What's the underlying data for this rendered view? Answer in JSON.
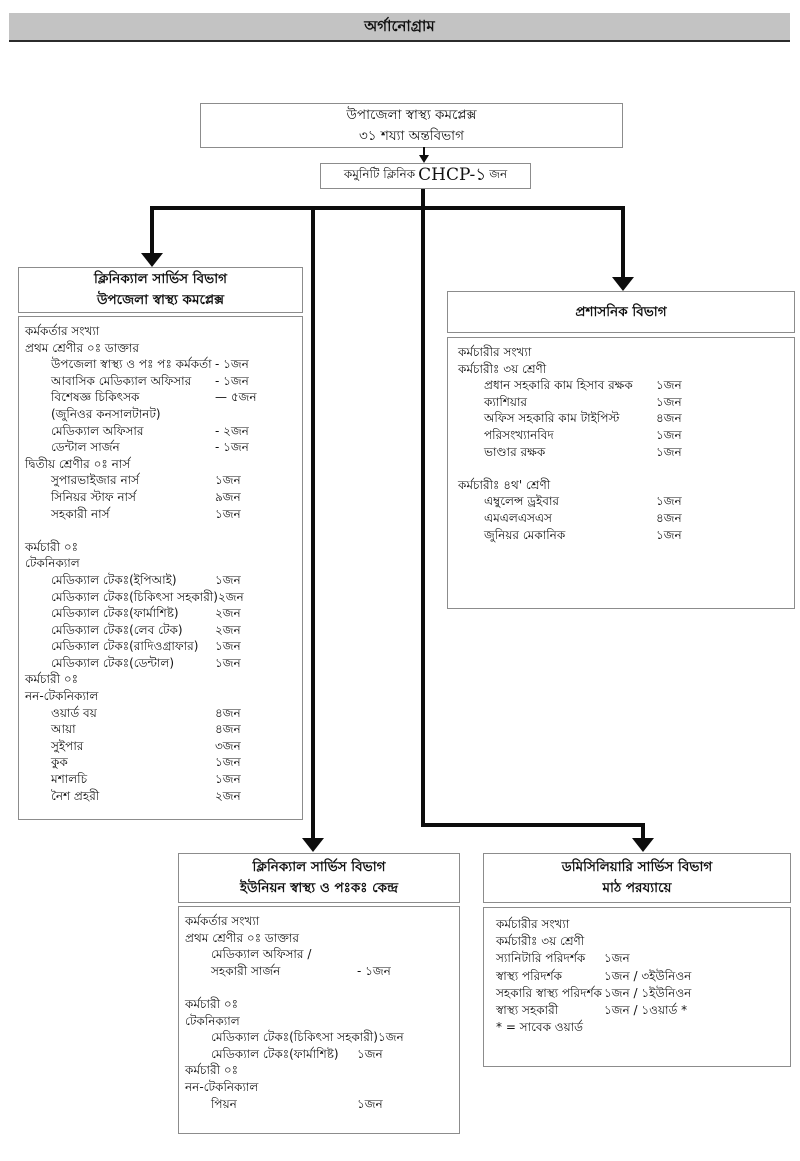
{
  "page_title": "অর্গানোগ্রাম",
  "root_box": {
    "line1": "উপাজেলা স্বাস্থ্য কমপ্লেক্স",
    "line2": "৩১ শয্যা অন্তবিভাগ"
  },
  "chcp_box": {
    "prefix": "কমুনিটি ক্লিনিক",
    "code": "CHCP-১",
    "suffix": "জন"
  },
  "colors": {
    "title_bar_bg": "#c3c3c3",
    "connector_line": "#0d0d0d",
    "box_border": "#8c8c8c",
    "text": "#111111"
  },
  "boxes": {
    "clinical_upazila": {
      "title1": "ক্লিনিক্যাল সার্ভিস বিভাগ",
      "title2": "উপজেলা স্বাস্থ্য কমপ্লেক্স",
      "rows": [
        {
          "l": "কর্মকর্তার সংখ্যা",
          "v": "",
          "ind": 0
        },
        {
          "l": "প্রথম শ্রেণীর ০ঃ ডাক্তার",
          "v": "",
          "ind": 0
        },
        {
          "l": "উপজেলা স্বাস্থ্য ও পঃ পঃ কর্মকর্তা",
          "v": "- ১জন",
          "ind": 1
        },
        {
          "l": "আবাসিক মেডিক্যাল অফিসার",
          "v": "- ১জন",
          "ind": 1
        },
        {
          "l": "বিশেষজ্ঞ  চিকিৎসক",
          "v": "— ৫জন",
          "ind": 1
        },
        {
          "l": "(জুনিওর কনসালটানট)",
          "v": "",
          "ind": 1
        },
        {
          "l": "মেডিক্যাল অফিসার",
          "v": "- ২জন",
          "ind": 1
        },
        {
          "l": "ডেন্টাল সার্জন",
          "v": "- ১জন",
          "ind": 1
        },
        {
          "l": "দ্বিতীয় শ্রেণীর ০ঃ নার্স",
          "v": "",
          "ind": 0
        },
        {
          "l": "সুপারভাইজার নার্স",
          "v": "১জন",
          "ind": 1
        },
        {
          "l": "সিনিয়র স্টাফ  নার্স",
          "v": "৯জন",
          "ind": 1
        },
        {
          "l": "সহকারী নার্স",
          "v": "১জন",
          "ind": 1
        },
        {
          "blank": true
        },
        {
          "l": "কর্মচারী ০ঃ",
          "v": "",
          "ind": 0
        },
        {
          "l": "টেকনিক্যাল",
          "v": "",
          "ind": 0
        },
        {
          "l": "মেডিক্যাল টেকঃ(ইপিআই)",
          "v": "১জন",
          "ind": 1
        },
        {
          "l": "মেডিক্যাল টেকঃ(চিকিৎসা সহকারী)",
          "v": "২জন",
          "ind": 1
        },
        {
          "l": "মেডিক্যাল টেকঃ(ফার্মাশিষ্ট)",
          "v": "২জন",
          "ind": 1
        },
        {
          "l": "মেডিক্যাল টেকঃ(লেব টেক)",
          "v": "২জন",
          "ind": 1
        },
        {
          "l": "মেডিক্যাল টেকঃ(রাদিওগ্রাফার)",
          "v": "১জন",
          "ind": 1
        },
        {
          "l": "মেডিক্যাল টেকঃ(ডেন্টাল)",
          "v": "১জন",
          "ind": 1
        },
        {
          "l": "কর্মচারী ০ঃ",
          "v": "",
          "ind": 0
        },
        {
          "l": "নন-টেকনিক্যাল",
          "v": "",
          "ind": 0
        },
        {
          "l": "ওয়ার্ড বয়",
          "v": "৪জন",
          "ind": 1
        },
        {
          "l": "আয়া",
          "v": "৪জন",
          "ind": 1
        },
        {
          "l": "সুইপার",
          "v": "৩জন",
          "ind": 1
        },
        {
          "l": "কুক",
          "v": "১জন",
          "ind": 1
        },
        {
          "l": "মশালচি",
          "v": "১জন",
          "ind": 1
        },
        {
          "l": "নৈশ প্রহরী",
          "v": "২জন",
          "ind": 1
        }
      ]
    },
    "administrative": {
      "title1": "প্রশাসনিক বিভাগ",
      "rows": [
        {
          "l": "কর্মচারীর সংখ্যা",
          "v": "",
          "ind": 0
        },
        {
          "l": "কর্মচারীঃ ৩য় শ্রেণী",
          "v": "",
          "ind": 0
        },
        {
          "l": "প্রধান সহকারি কাম হিসাব রক্ষক",
          "v": "১জন",
          "ind": 1
        },
        {
          "l": "ক্যাশিয়ার",
          "v": "১জন",
          "ind": 1
        },
        {
          "l": "অফিস সহকারি  কাম টাইপিস্ট",
          "v": "৪জন",
          "ind": 1
        },
        {
          "l": "পরিসংখ্যানবিদ",
          "v": "১জন",
          "ind": 1
        },
        {
          "l": "ভাণ্ডার রক্ষক",
          "v": "১জন",
          "ind": 1
        },
        {
          "blank": true
        },
        {
          "l": "কর্মচারীঃ ৪থ' শ্রেণী",
          "v": "",
          "ind": 0
        },
        {
          "l": "এম্বুলেন্স ড্রইবার",
          "v": "১জন",
          "ind": 1
        },
        {
          "l": "এমএলএসএস",
          "v": "৪জন",
          "ind": 1
        },
        {
          "l": "জুনিয়র মেকানিক",
          "v": "১জন",
          "ind": 1
        }
      ]
    },
    "clinical_union": {
      "title1": "ক্লিনিক্যাল সার্ভিস বিভাগ",
      "title2": "ইউনিয়ন স্বাস্থ্য ও পঃকঃ কেন্দ্র",
      "rows": [
        {
          "l": "কর্মকর্তার সংখ্যা",
          "v": "",
          "ind": 0
        },
        {
          "l": "প্রথম শ্রেণীর ০ঃ ডাক্তার",
          "v": "",
          "ind": 0
        },
        {
          "l": "মেডিক্যাল অফিসার /",
          "v": "",
          "ind": 1
        },
        {
          "l": "সহকারী সার্জন",
          "v": "- ১জন",
          "ind": 1
        },
        {
          "blank": true
        },
        {
          "l": "কর্মচারী ০ঃ",
          "v": "",
          "ind": 0
        },
        {
          "l": "টেকনিক্যাল",
          "v": "",
          "ind": 0
        },
        {
          "l": "মেডিক্যাল টেকঃ(চিকিৎসা সহকারী)",
          "v": "১জন",
          "ind": 1
        },
        {
          "l": "মেডিক্যাল টেকঃ(ফার্মাশিষ্ট)",
          "v": "১জন",
          "ind": 1
        },
        {
          "l": "কর্মচারী ০ঃ",
          "v": "",
          "ind": 0
        },
        {
          "l": "নন-টেকনিক্যাল",
          "v": "",
          "ind": 0
        },
        {
          "l": "পিয়ন",
          "v": "১জন",
          "ind": 1
        }
      ]
    },
    "domiciliary": {
      "title1": "ডমিসিলিয়ারি সার্ভিস বিভাগ",
      "title2": "মাঠ পরয্যায়ে",
      "rows": [
        {
          "l": "কর্মচারীর সংখ্যা",
          "v": "",
          "ind": 0
        },
        {
          "l": "কর্মচারীঃ ৩য় শ্রেণী",
          "v": "",
          "ind": 0
        },
        {
          "l": "স্যানিটারি পরিদর্শক",
          "v": "১জন",
          "ind": 0
        },
        {
          "l": "স্বাস্থ্য পরিদর্শক",
          "v": "১জন / ৩ইউনিওন",
          "ind": 0
        },
        {
          "l": "সহকারি স্বাস্থ্য পরিদর্শক",
          "v": "১জন / ১ইউনিওন",
          "ind": 0
        },
        {
          "l": "স্বাস্থ্য সহকারী",
          "v": "১জন / ১ওয়ার্ড *",
          "ind": 0
        },
        {
          "l": "* = সাবেক ওয়ার্ড",
          "v": "",
          "ind": 0
        }
      ]
    }
  }
}
